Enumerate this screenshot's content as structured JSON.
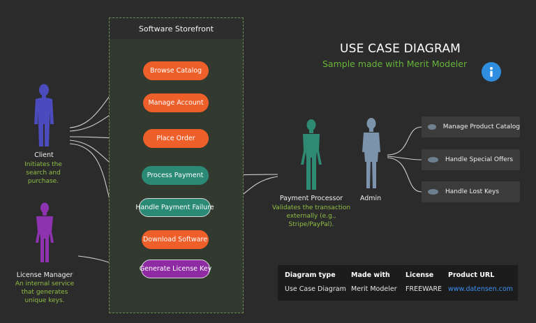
{
  "boundary": {
    "title": "Software Storefront"
  },
  "header": {
    "title": "USE CASE DIAGRAM",
    "subtitle": "Sample made with Merit Modeler",
    "info_icon": "info-icon"
  },
  "use_cases": [
    {
      "label": "Browse Catalog",
      "color": "#ef5f2a"
    },
    {
      "label": "Manage Account",
      "color": "#ef5f2a"
    },
    {
      "label": "Place Order",
      "color": "#ef5f2a"
    },
    {
      "label": "Process Payment",
      "color": "#2b8a75"
    },
    {
      "label": "Handle Payment Failure",
      "color": "#2b8a75"
    },
    {
      "label": "Download Software",
      "color": "#ef5f2a"
    },
    {
      "label": "Generate License Key",
      "color": "#8e2ba3"
    }
  ],
  "actors": {
    "client": {
      "name": "Client",
      "description": "Initiates the search and purchase.",
      "color": "#4b4bbd"
    },
    "license_manager": {
      "name": "License Manager",
      "description": "An internal service that generates unique keys.",
      "color": "#8e33b0"
    },
    "payment_processor": {
      "name": "Payment Processor",
      "description": "Validates the transaction externally (e.g., Stripe/PayPal).",
      "color": "#2e8a73"
    },
    "admin": {
      "name": "Admin",
      "color": "#7b93ab"
    }
  },
  "admin_use_cases": [
    {
      "label": "Manage Product Catalog"
    },
    {
      "label": "Handle Special Offers"
    },
    {
      "label": "Handle Lost Keys"
    }
  ],
  "info_table": {
    "headers": [
      "Diagram type",
      "Made with",
      "License",
      "Product URL"
    ],
    "values": [
      "Use Case Diagram",
      "Merit Modeler",
      "FREEWARE",
      "www.datensen.com"
    ]
  },
  "colors": {
    "background": "#2b2b2b",
    "accent_green": "#67b53a",
    "link_blue": "#3d8ff0"
  }
}
